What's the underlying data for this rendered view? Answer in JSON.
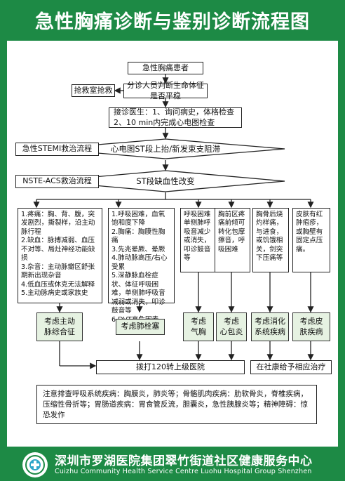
{
  "title": "急性胸痛诊断与鉴别诊断流程图",
  "flow": {
    "start": "急性胸痛患者",
    "triage": "分诊人员判断生命体征是否平稳",
    "rescue": "抢救室抢救",
    "doctor": "接诊医生：1、询问病史，体格检查\n2、10 min内完成心电图检查",
    "ecg_decision": "心电图ST段上抬/新发束支阻滞",
    "stemi": "急性STEMI救治流程",
    "st_decision": "ST段缺血性改变",
    "nste": "NSTE-ACS救治流程",
    "transfer": "拨打120转上级医院",
    "community": "在社康给予相应治疗"
  },
  "branches": [
    {
      "symptoms": "1.疼痛：胸、背、腹，突发剧烈，撕裂样，沿主动脉行程\n2.缺血：脉搏减弱、血压不对等、局灶神经功能缺损\n3.杂音：主动脉瓣区舒张期新出现杂音\n4.低血压或休克无法解释\n5.主动脉病史或家族史",
      "consider": "考虑主动\n脉综合征"
    },
    {
      "symptoms": "1.呼吸困难，血氧饱和度下降\n2.胸痛：胸膜性胸痛\n3.先兆晕厥、晕厥\n4.肺动脉高压/右心受累\n5.深静脉血栓症状、体征呼吸困难，单侧肺呼吸音减弱或消失，叩诊鼓音等\n6.DVT高危因素",
      "consider": "考虑肺栓塞"
    },
    {
      "symptoms": "呼吸困难\n单侧肺呼\n吸音减少\n或消失，\n叩诊鼓音\n等",
      "consider": "考虑\n气胸"
    },
    {
      "symptoms": "胸前区疼\n痛前倾可\n转化包摩\n擦音，呼\n吸困难",
      "consider": "考虑\n心包炎"
    },
    {
      "symptoms": "胸骨后烧\n灼样痛，\n与进食，\n或饥饿相\n关，剑突\n下压痛等",
      "consider": "考虑消化\n系统疾病"
    },
    {
      "symptoms": "皮肤有红\n肿疱疹，\n或胸壁有\n固定点压\n痛。",
      "consider": "考虑皮\n肤疾病"
    }
  ],
  "note": "注意排查呼吸系统疾病：胸膜炎，肺炎等；骨骼肌肉疾病：肋软骨炎，脊椎疾病，压缩性骨折等；胃肠道疾病：胃食管反流，胆囊炎，急性胰腺炎等；精神障碍：惊恐发作",
  "footer": {
    "org_cn": "深圳市罗湖医院集团翠竹街道社区健康服务中心",
    "org_en": "Cuizhu Community Health Service Centre Luohu Hospital Group Shenzhen"
  },
  "colors": {
    "brand_green": "#1d8a45",
    "box_fill": "#e6f2e2"
  }
}
